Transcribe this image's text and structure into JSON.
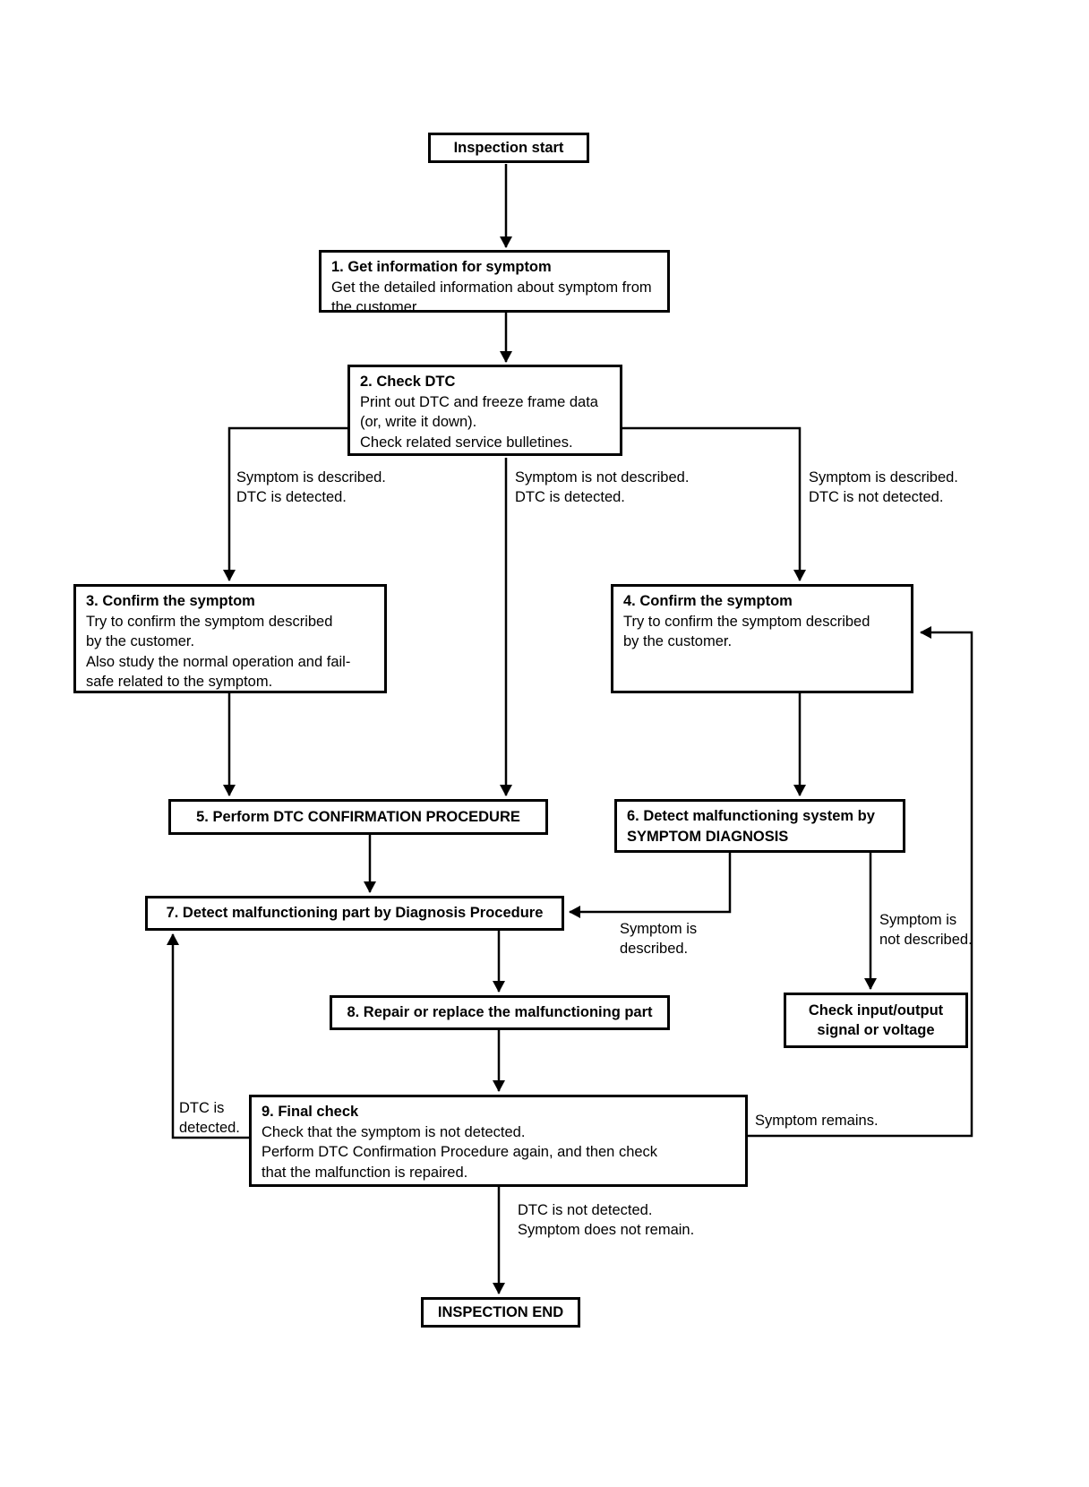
{
  "diagram": {
    "type": "flowchart",
    "nodes": {
      "start": {
        "label": "Inspection start"
      },
      "step1": {
        "title": "1. Get information for symptom",
        "body": "Get the detailed information about symptom from\nthe customer"
      },
      "step2": {
        "title": "2. Check DTC",
        "body": "Print out DTC and freeze frame data\n(or, write it down).\nCheck related service bulletines."
      },
      "step3": {
        "title": "3. Confirm the symptom",
        "body": "Try to confirm the symptom described\nby the customer.\nAlso study the normal operation and fail-\nsafe related to the symptom."
      },
      "step4": {
        "title": "4. Confirm the symptom",
        "body": "Try to confirm the symptom described\nby the customer."
      },
      "step5": {
        "title": "5. Perform DTC CONFIRMATION PROCEDURE"
      },
      "step6": {
        "title": "6. Detect malfunctioning system by\nSYMPTOM DIAGNOSIS"
      },
      "step7": {
        "title": "7. Detect malfunctioning part by Diagnosis Procedure"
      },
      "step8": {
        "title": "8. Repair or replace the malfunctioning part"
      },
      "check_io": {
        "title": "Check input/output\nsignal or voltage"
      },
      "step9": {
        "title": "9. Final check",
        "body": "Check that the symptom is not detected.\nPerform DTC Confirmation Procedure again, and then check\nthat the malfunction is repaired."
      },
      "end": {
        "label": "INSPECTION END"
      }
    },
    "edge_labels": {
      "branch_left": "Symptom is described.\nDTC is detected.",
      "branch_mid": "Symptom is not described.\nDTC is detected.",
      "branch_right": "Symptom is described.\nDTC is not detected.",
      "symptom_described": "Symptom is\ndescribed.",
      "symptom_not_described": "Symptom is\nnot described.",
      "dtc_detected": "DTC is\ndetected.",
      "symptom_remains": "Symptom remains.",
      "to_end": "DTC is not detected.\nSymptom does not remain."
    },
    "edges": [
      {
        "from": "start",
        "to": "step1"
      },
      {
        "from": "step1",
        "to": "step2"
      },
      {
        "from": "step2",
        "to": "step3",
        "label_key": "branch_left"
      },
      {
        "from": "step2",
        "to": "step5",
        "label_key": "branch_mid"
      },
      {
        "from": "step2",
        "to": "step4",
        "label_key": "branch_right"
      },
      {
        "from": "step3",
        "to": "step5"
      },
      {
        "from": "step4",
        "to": "step6"
      },
      {
        "from": "step5",
        "to": "step7"
      },
      {
        "from": "step6",
        "to": "step7",
        "label_key": "symptom_described"
      },
      {
        "from": "step6",
        "to": "check_io",
        "label_key": "symptom_not_described"
      },
      {
        "from": "step7",
        "to": "step8"
      },
      {
        "from": "step8",
        "to": "step9"
      },
      {
        "from": "step9",
        "to": "step7",
        "label_key": "dtc_detected"
      },
      {
        "from": "step9",
        "to": "step4",
        "label_key": "symptom_remains"
      },
      {
        "from": "step9",
        "to": "end",
        "label_key": "to_end"
      }
    ],
    "colors": {
      "line": "#000000",
      "background": "#ffffff",
      "text": "#000000"
    }
  }
}
